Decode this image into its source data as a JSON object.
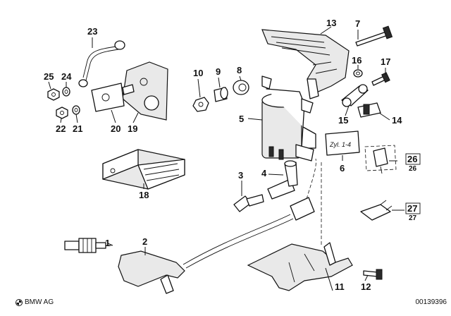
{
  "labels": {
    "n1": "1",
    "n2": "2",
    "n3": "3",
    "n4": "4",
    "n5": "5",
    "n6": "6",
    "n7": "7",
    "n8": "8",
    "n9": "9",
    "n10": "10",
    "n11": "11",
    "n12": "12",
    "n13": "13",
    "n14": "14",
    "n15": "15",
    "n16": "16",
    "n17": "17",
    "n18": "18",
    "n19": "19",
    "n20": "20",
    "n21": "21",
    "n22": "22",
    "n23": "23",
    "n24": "24",
    "n25": "25",
    "n26": "26",
    "n26b": "26",
    "n27": "27",
    "n27b": "27"
  },
  "tag_text": "Zyl. 1-4",
  "footer": {
    "brand": "BMW AG",
    "doc_id": "00139396"
  },
  "icons": {
    "brand_logo": "bmw-roundel-icon"
  }
}
